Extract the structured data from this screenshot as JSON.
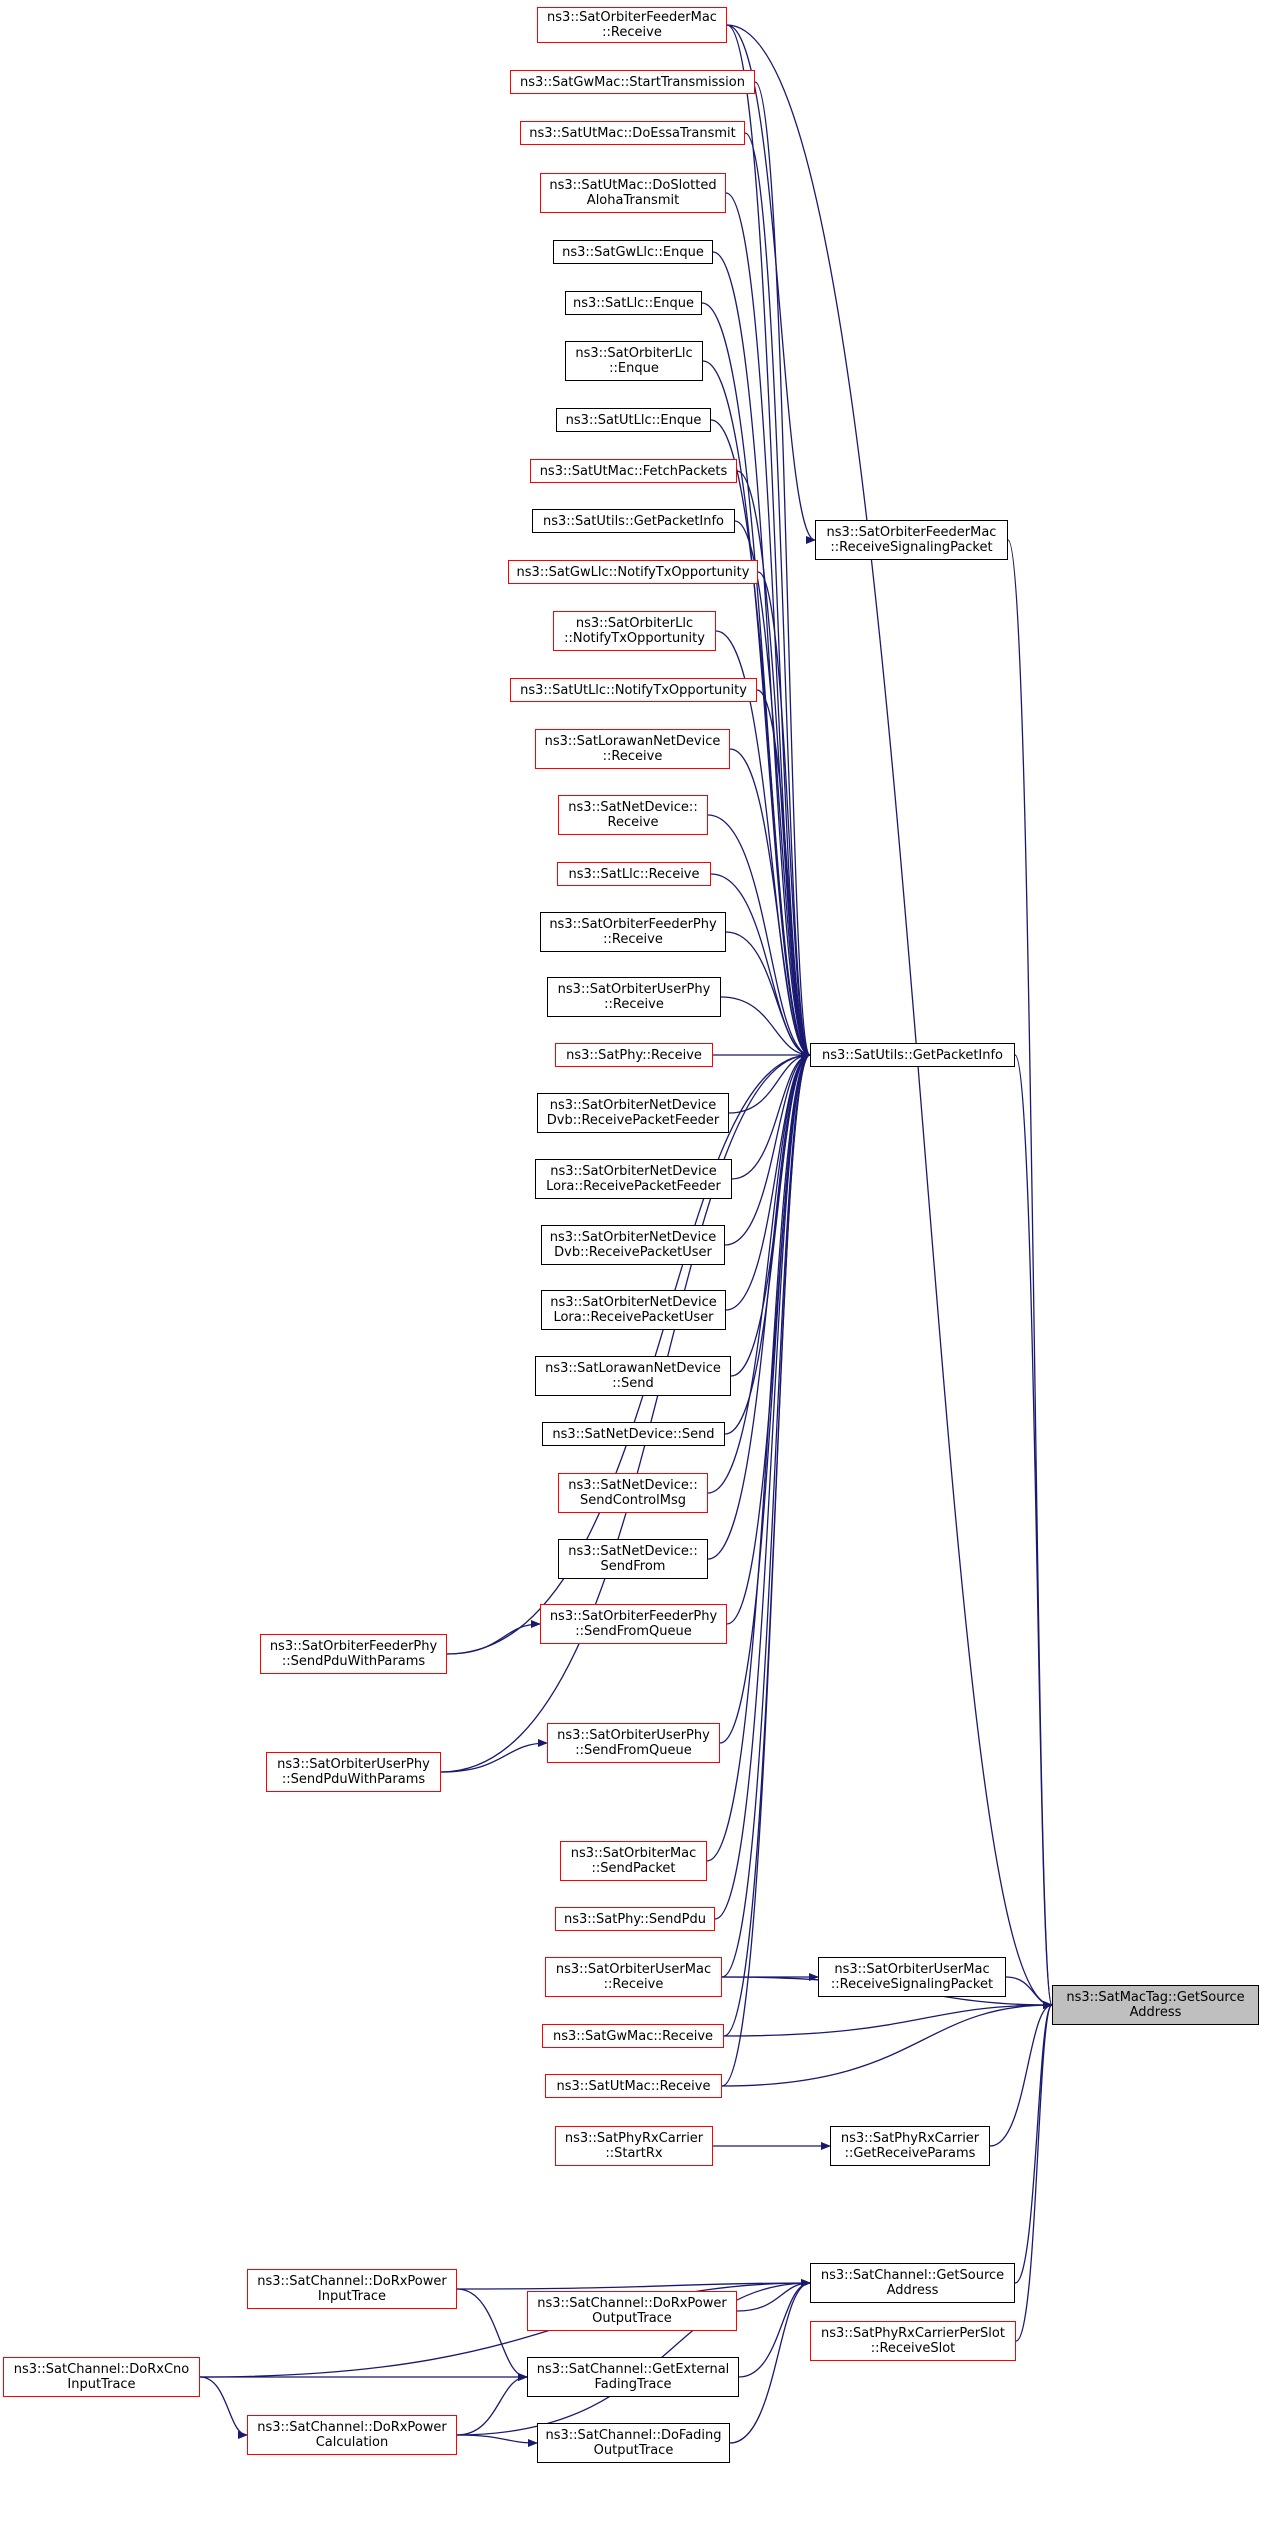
{
  "colors": {
    "edge": "#191970",
    "border": "#000000",
    "border_red": "#ff0000",
    "focus_fill": "#bfbfbf"
  },
  "nodes": [
    {
      "id": "n1",
      "label": "ns3::SatOrbiterFeederMac\n::Receive",
      "red": true
    },
    {
      "id": "n2",
      "label": "ns3::SatGwMac::StartTransmission",
      "red": true
    },
    {
      "id": "n3",
      "label": "ns3::SatUtMac::DoEssaTransmit",
      "red": true
    },
    {
      "id": "n4",
      "label": "ns3::SatUtMac::DoSlotted\nAlohaTransmit",
      "red": true
    },
    {
      "id": "n5",
      "label": "ns3::SatGwLlc::Enque",
      "red": false
    },
    {
      "id": "n6",
      "label": "ns3::SatLlc::Enque",
      "red": false
    },
    {
      "id": "n7",
      "label": "ns3::SatOrbiterLlc\n::Enque",
      "red": false
    },
    {
      "id": "n8",
      "label": "ns3::SatUtLlc::Enque",
      "red": false
    },
    {
      "id": "n9",
      "label": "ns3::SatUtMac::FetchPackets",
      "red": true
    },
    {
      "id": "n10",
      "label": "ns3::SatUtils::GetPacketInfo",
      "red": false
    },
    {
      "id": "n11",
      "label": "ns3::SatGwLlc::NotifyTxOpportunity",
      "red": true
    },
    {
      "id": "n12",
      "label": "ns3::SatOrbiterLlc\n::NotifyTxOpportunity",
      "red": true
    },
    {
      "id": "n13",
      "label": "ns3::SatUtLlc::NotifyTxOpportunity",
      "red": true
    },
    {
      "id": "n14",
      "label": "ns3::SatLorawanNetDevice\n::Receive",
      "red": true
    },
    {
      "id": "n15",
      "label": "ns3::SatNetDevice::\nReceive",
      "red": true
    },
    {
      "id": "n16",
      "label": "ns3::SatLlc::Receive",
      "red": true
    },
    {
      "id": "n17",
      "label": "ns3::SatOrbiterFeederPhy\n::Receive",
      "red": false
    },
    {
      "id": "n18",
      "label": "ns3::SatOrbiterUserPhy\n::Receive",
      "red": false
    },
    {
      "id": "n19",
      "label": "ns3::SatPhy::Receive",
      "red": true
    },
    {
      "id": "n20",
      "label": "ns3::SatOrbiterNetDevice\nDvb::ReceivePacketFeeder",
      "red": false
    },
    {
      "id": "n21",
      "label": "ns3::SatOrbiterNetDevice\nLora::ReceivePacketFeeder",
      "red": false
    },
    {
      "id": "n22",
      "label": "ns3::SatOrbiterNetDevice\nDvb::ReceivePacketUser",
      "red": false
    },
    {
      "id": "n23",
      "label": "ns3::SatOrbiterNetDevice\nLora::ReceivePacketUser",
      "red": false
    },
    {
      "id": "n24",
      "label": "ns3::SatLorawanNetDevice\n::Send",
      "red": false
    },
    {
      "id": "n25",
      "label": "ns3::SatNetDevice::Send",
      "red": false
    },
    {
      "id": "n26",
      "label": "ns3::SatNetDevice::\nSendControlMsg",
      "red": true
    },
    {
      "id": "n27",
      "label": "ns3::SatNetDevice::\nSendFrom",
      "red": false
    },
    {
      "id": "n28",
      "label": "ns3::SatOrbiterFeederPhy\n::SendFromQueue",
      "red": true
    },
    {
      "id": "n29",
      "label": "ns3::SatOrbiterFeederPhy\n::SendPduWithParams",
      "red": true
    },
    {
      "id": "n30",
      "label": "ns3::SatOrbiterUserPhy\n::SendFromQueue",
      "red": true
    },
    {
      "id": "n31",
      "label": "ns3::SatOrbiterUserPhy\n::SendPduWithParams",
      "red": true
    },
    {
      "id": "n32",
      "label": "ns3::SatOrbiterMac\n::SendPacket",
      "red": true
    },
    {
      "id": "n33",
      "label": "ns3::SatPhy::SendPdu",
      "red": true
    },
    {
      "id": "n34",
      "label": "ns3::SatOrbiterUserMac\n::Receive",
      "red": true
    },
    {
      "id": "n35",
      "label": "ns3::SatGwMac::Receive",
      "red": true
    },
    {
      "id": "n36",
      "label": "ns3::SatUtMac::Receive",
      "red": true
    },
    {
      "id": "n37",
      "label": "ns3::SatPhyRxCarrier\n::StartRx",
      "red": true
    },
    {
      "id": "n38",
      "label": "ns3::SatChannel::DoRxPower\nInputTrace",
      "red": true
    },
    {
      "id": "n39",
      "label": "ns3::SatChannel::DoRxPower\nOutputTrace",
      "red": true
    },
    {
      "id": "n40",
      "label": "ns3::SatChannel::DoRxCno\nInputTrace",
      "red": true
    },
    {
      "id": "n41",
      "label": "ns3::SatChannel::DoRxPower\nCalculation",
      "red": true
    },
    {
      "id": "n42",
      "label": "ns3::SatChannel::GetExternal\nFadingTrace",
      "red": false
    },
    {
      "id": "n43",
      "label": "ns3::SatChannel::DoFading\nOutputTrace",
      "red": false
    },
    {
      "id": "m1",
      "label": "ns3::SatOrbiterFeederMac\n::ReceiveSignalingPacket",
      "red": false
    },
    {
      "id": "m2",
      "label": "ns3::SatUtils::GetPacketInfo",
      "red": false
    },
    {
      "id": "m3",
      "label": "ns3::SatOrbiterUserMac\n::ReceiveSignalingPacket",
      "red": false
    },
    {
      "id": "m4",
      "label": "ns3::SatPhyRxCarrier\n::GetReceiveParams",
      "red": false
    },
    {
      "id": "m5",
      "label": "ns3::SatChannel::GetSource\nAddress",
      "red": false
    },
    {
      "id": "m6",
      "label": "ns3::SatPhyRxCarrierPerSlot\n::ReceiveSlot",
      "red": true
    },
    {
      "id": "f",
      "label": "ns3::SatMacTag::GetSource\nAddress",
      "red": false,
      "focus": true
    }
  ],
  "edges": [
    [
      "n1",
      "m1"
    ],
    [
      "n1",
      "f"
    ],
    [
      "n1",
      "m2"
    ],
    [
      "n2",
      "m2"
    ],
    [
      "n3",
      "m2"
    ],
    [
      "n4",
      "m2"
    ],
    [
      "n5",
      "m2"
    ],
    [
      "n6",
      "m2"
    ],
    [
      "n7",
      "m2"
    ],
    [
      "n8",
      "m2"
    ],
    [
      "n9",
      "m2"
    ],
    [
      "n10",
      "m2"
    ],
    [
      "n11",
      "m2"
    ],
    [
      "n12",
      "m2"
    ],
    [
      "n13",
      "m2"
    ],
    [
      "n14",
      "m2"
    ],
    [
      "n15",
      "m2"
    ],
    [
      "n16",
      "m2"
    ],
    [
      "n17",
      "m2"
    ],
    [
      "n18",
      "m2"
    ],
    [
      "n19",
      "m2"
    ],
    [
      "n20",
      "m2"
    ],
    [
      "n21",
      "m2"
    ],
    [
      "n22",
      "m2"
    ],
    [
      "n23",
      "m2"
    ],
    [
      "n24",
      "m2"
    ],
    [
      "n25",
      "m2"
    ],
    [
      "n26",
      "m2"
    ],
    [
      "n27",
      "m2"
    ],
    [
      "n28",
      "m2"
    ],
    [
      "n29",
      "n28"
    ],
    [
      "n29",
      "m2"
    ],
    [
      "n30",
      "m2"
    ],
    [
      "n31",
      "n30"
    ],
    [
      "n31",
      "m2"
    ],
    [
      "n32",
      "m2"
    ],
    [
      "n33",
      "m2"
    ],
    [
      "n34",
      "m2"
    ],
    [
      "n35",
      "m2"
    ],
    [
      "n36",
      "m2"
    ],
    [
      "m1",
      "f"
    ],
    [
      "m2",
      "f"
    ],
    [
      "n34",
      "m3"
    ],
    [
      "n34",
      "f"
    ],
    [
      "m3",
      "f"
    ],
    [
      "n35",
      "f"
    ],
    [
      "n36",
      "f"
    ],
    [
      "n37",
      "m4"
    ],
    [
      "m4",
      "f"
    ],
    [
      "m5",
      "f"
    ],
    [
      "m6",
      "f"
    ],
    [
      "n38",
      "m5"
    ],
    [
      "n38",
      "n42"
    ],
    [
      "n39",
      "m5"
    ],
    [
      "n40",
      "m5"
    ],
    [
      "n40",
      "n42"
    ],
    [
      "n40",
      "n41"
    ],
    [
      "n41",
      "n42"
    ],
    [
      "n41",
      "n43"
    ],
    [
      "n41",
      "m5"
    ],
    [
      "n42",
      "m5"
    ],
    [
      "n43",
      "m5"
    ]
  ]
}
